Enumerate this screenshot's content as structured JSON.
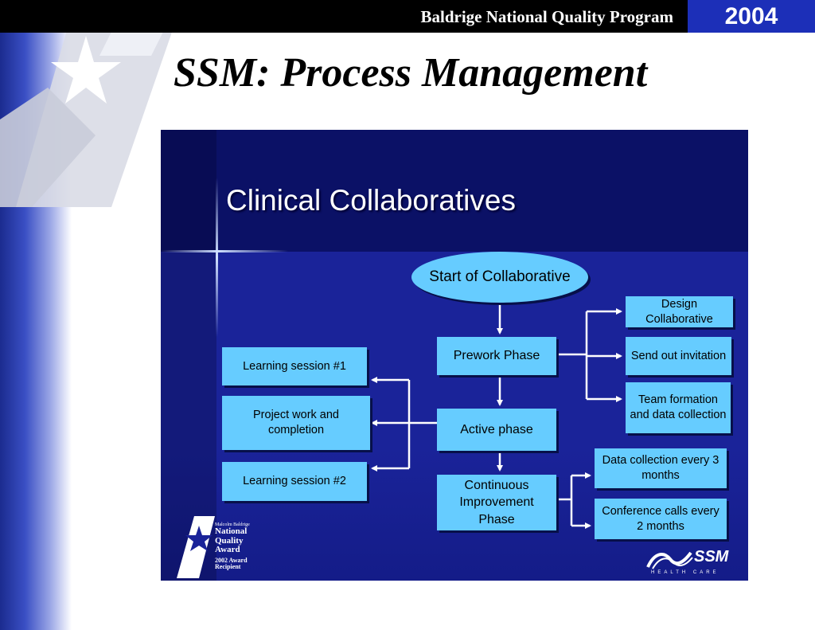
{
  "header": {
    "program_title": "Baldrige National Quality Program",
    "year": "2004"
  },
  "slide": {
    "title": "SSM: Process Management"
  },
  "panel": {
    "title": "Clinical Collaboratives"
  },
  "flow": {
    "start": "Start of Collaborative",
    "prework": "Prework Phase",
    "active": "Active phase",
    "continuous": "Continuous Improvement Phase",
    "design": "Design Collaborative",
    "send_out": "Send out invitation",
    "team": "Team formation and data collection",
    "learning1": "Learning session #1",
    "project": "Project work and completion",
    "learning2": "Learning session #2",
    "data_collection": "Data collection every 3 months",
    "conference": "Conference calls every 2 months"
  },
  "award": {
    "malcolm": "Malcolm Baldrige",
    "national": "National",
    "quality": "Quality",
    "award": "Award",
    "year_line": "2002 Award",
    "recipient": "Recipient"
  },
  "ssm_logo": {
    "name": "SSM",
    "sub": "HEALTH CARE"
  },
  "colors": {
    "box_fill": "#66ccff",
    "panel_bg": "#141c8c",
    "year_bg": "#1c2fb8"
  }
}
